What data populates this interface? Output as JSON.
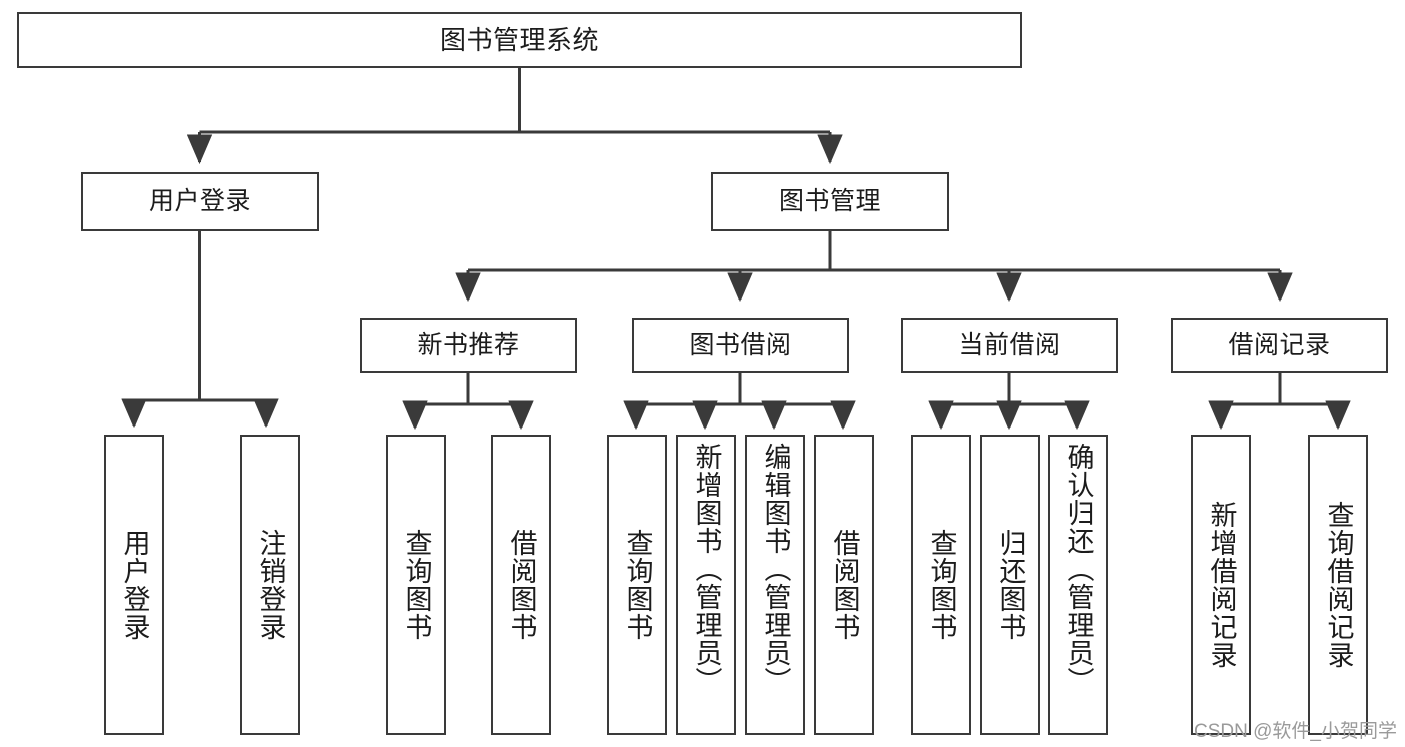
{
  "diagram": {
    "title": "图书管理系统",
    "type": "tree-hierarchy-chart",
    "line_color": "#3a3a3a",
    "box_fill": "#ffffff",
    "text_color": "#1c1c1c"
  },
  "watermark": {
    "text": "CSDN @软件_小贺同学",
    "color": "#9a9a9a"
  },
  "nodes": {
    "root": {
      "label": "图书管理系统"
    },
    "level2": [
      {
        "id": "user-login",
        "label": "用户登录"
      },
      {
        "id": "book-management",
        "label": "图书管理"
      }
    ],
    "level3": [
      {
        "id": "new-book-recommend",
        "label": "新书推荐"
      },
      {
        "id": "book-borrow",
        "label": "图书借阅"
      },
      {
        "id": "current-borrow",
        "label": "当前借阅"
      },
      {
        "id": "borrow-record",
        "label": "借阅记录"
      }
    ],
    "leaves": {
      "user_login": [
        {
          "id": "leaf-user-login",
          "label": "用户登录"
        },
        {
          "id": "leaf-logout",
          "label": "注销登录"
        }
      ],
      "new_book_recommend": [
        {
          "id": "leaf-query-book-1",
          "label": "查询图书"
        },
        {
          "id": "leaf-borrow-book-1",
          "label": "借阅图书"
        }
      ],
      "book_borrow": [
        {
          "id": "leaf-query-book-2",
          "label": "查询图书"
        },
        {
          "id": "leaf-add-book",
          "label": "新增图书（管理员）"
        },
        {
          "id": "leaf-edit-book",
          "label": "编辑图书（管理员）"
        },
        {
          "id": "leaf-borrow-book-2",
          "label": "借阅图书"
        }
      ],
      "current_borrow": [
        {
          "id": "leaf-query-book-3",
          "label": "查询图书"
        },
        {
          "id": "leaf-return-book",
          "label": "归还图书"
        },
        {
          "id": "leaf-confirm-return",
          "label": "确认归还（管理员）"
        }
      ],
      "borrow_record": [
        {
          "id": "leaf-add-record",
          "label": "新增借阅记录"
        },
        {
          "id": "leaf-query-record",
          "label": "查询借阅记录"
        }
      ]
    }
  },
  "chart_data": {
    "type": "table",
    "title": "图书管理系统",
    "tree": [
      {
        "name": "图书管理系统",
        "children": [
          {
            "name": "用户登录",
            "children": [
              {
                "name": "用户登录"
              },
              {
                "name": "注销登录"
              }
            ]
          },
          {
            "name": "图书管理",
            "children": [
              {
                "name": "新书推荐",
                "children": [
                  {
                    "name": "查询图书"
                  },
                  {
                    "name": "借阅图书"
                  }
                ]
              },
              {
                "name": "图书借阅",
                "children": [
                  {
                    "name": "查询图书"
                  },
                  {
                    "name": "新增图书（管理员）"
                  },
                  {
                    "name": "编辑图书（管理员）"
                  },
                  {
                    "name": "借阅图书"
                  }
                ]
              },
              {
                "name": "当前借阅",
                "children": [
                  {
                    "name": "查询图书"
                  },
                  {
                    "name": "归还图书"
                  },
                  {
                    "name": "确认归还（管理员）"
                  }
                ]
              },
              {
                "name": "借阅记录",
                "children": [
                  {
                    "name": "新增借阅记录"
                  },
                  {
                    "name": "查询借阅记录"
                  }
                ]
              }
            ]
          }
        ]
      }
    ]
  }
}
